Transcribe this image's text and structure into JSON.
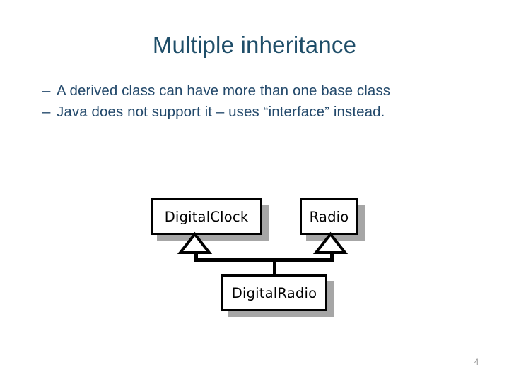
{
  "slide": {
    "title": "Multiple inheritance",
    "page_number": "4",
    "title_color": "#1F4E69",
    "body_color": "#23496B",
    "background_color": "#FFFFFF"
  },
  "bullets": [
    {
      "marker": "–",
      "text": "A derived class can have more than one base class"
    },
    {
      "marker": "–",
      "text": "Java does not support it – uses “interface” instead."
    }
  ],
  "diagram": {
    "type": "uml-class-diagram",
    "relationship": "generalization",
    "note": "DigitalRadio inherits from both DigitalClock and Radio (multiple inheritance)",
    "box_border_color": "#000000",
    "box_fill_color": "#FFFFFF",
    "shadow_color": "#A6A6A6",
    "classes": [
      {
        "id": "digitalclock",
        "name": "DigitalClock",
        "role": "base"
      },
      {
        "id": "radio",
        "name": "Radio",
        "role": "base"
      },
      {
        "id": "digitalradio",
        "name": "DigitalRadio",
        "role": "derived"
      }
    ],
    "edges": [
      {
        "from": "digitalradio",
        "to": "digitalclock",
        "kind": "inheritance"
      },
      {
        "from": "digitalradio",
        "to": "radio",
        "kind": "inheritance"
      }
    ]
  }
}
